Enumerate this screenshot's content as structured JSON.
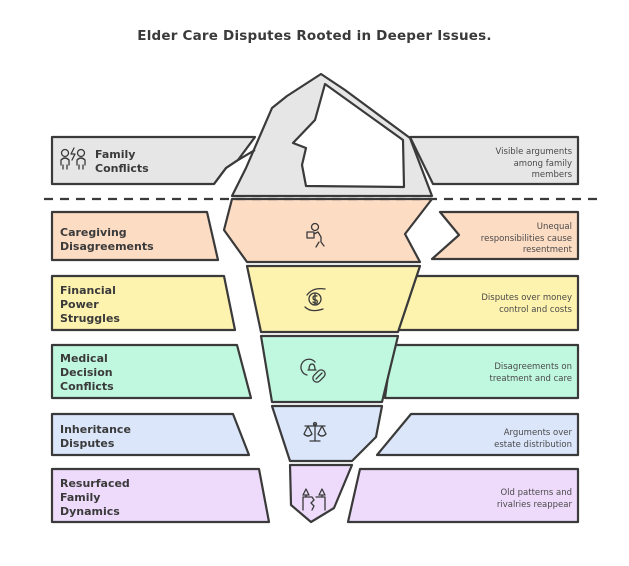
{
  "title": "Elder Care Disputes Rooted in Deeper Issues.",
  "layers": [
    {
      "label": "Family Conflicts",
      "label_lines": [
        "Family",
        "Conflicts"
      ],
      "description_lines": [
        "Visible arguments",
        "among family",
        "members"
      ],
      "icon": "family-conflict-icon",
      "color": "#e6e6e6",
      "above_waterline": true
    },
    {
      "label": "Caregiving Disagreements",
      "label_lines": [
        "Caregiving",
        "Disagreements"
      ],
      "description_lines": [
        "Unequal",
        "responsibilities cause",
        "resentment"
      ],
      "icon": "caregiver-carrying-box-icon",
      "color": "#fddcc4",
      "above_waterline": false
    },
    {
      "label": "Financial Power Struggles",
      "label_lines": [
        "Financial",
        "Power",
        "Struggles"
      ],
      "description_lines": [
        "Disputes over money",
        "control and costs"
      ],
      "icon": "hands-holding-money-icon",
      "color": "#fdf2ae",
      "above_waterline": false
    },
    {
      "label": "Medical Decision Conflicts",
      "label_lines": [
        "Medical",
        "Decision",
        "Conflicts"
      ],
      "description_lines": [
        "Disagreements on",
        "treatment and care"
      ],
      "icon": "medical-pill-icon",
      "color": "#c0f7df",
      "above_waterline": false
    },
    {
      "label": "Inheritance Disputes",
      "label_lines": [
        "Inheritance",
        "Disputes"
      ],
      "description_lines": [
        "Arguments over",
        "estate distribution"
      ],
      "icon": "scales-icon",
      "color": "#dbe6fa",
      "above_waterline": false
    },
    {
      "label": "Resurfaced Family Dynamics",
      "label_lines": [
        "Resurfaced",
        "Family",
        "Dynamics"
      ],
      "description_lines": [
        "Old patterns and",
        "rivalries reappear"
      ],
      "icon": "broken-candles-icon",
      "color": "#eedbfb",
      "above_waterline": false
    }
  ],
  "colors": {
    "stroke": "#3a3a3a",
    "text": "#3a3a3a",
    "waterline": "#3a3a3a",
    "iceberg_tip_snow": "#ffffff"
  }
}
